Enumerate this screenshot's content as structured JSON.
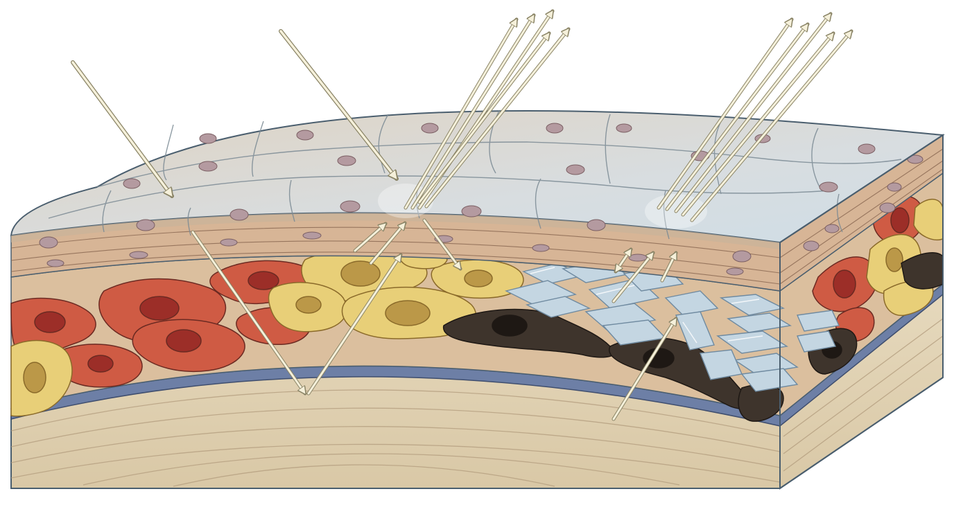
{
  "diagram": {
    "subject": "",
    "palette": {
      "background": "#ffffff",
      "outline": "#4a5e6e",
      "epidermis_top": "#d3dde2",
      "epidermis_cell": "#e6d6c2",
      "cell_nucleus": "#b49aa0",
      "stratum_band": "#c9a587",
      "red_cell": "#cf5b44",
      "red_nucleus": "#9c2e28",
      "yellow_cell": "#e8cf78",
      "yellow_nucleus": "#bb9848",
      "dark_cell": "#3e342c",
      "crystal_plate": "#c4d6e2",
      "crystal_edge": "#6f8aa0",
      "membrane": "#6d7fa6",
      "dermis": "#e3d5b8",
      "dermis_grain": "#b59f80",
      "light_ray": "#f5f0da",
      "ray_outline": "#8a8466"
    },
    "icons": [
      "incoming-light-arrow",
      "reflected-light-arrow",
      "scattered-light-arrow"
    ]
  }
}
